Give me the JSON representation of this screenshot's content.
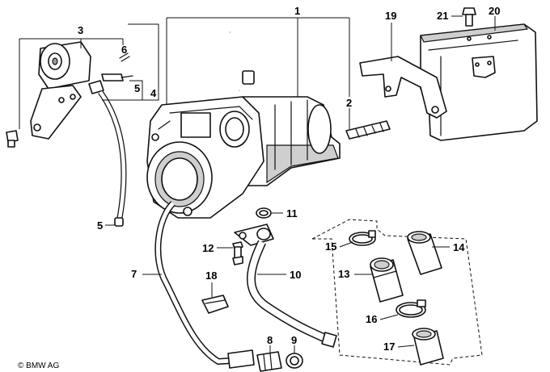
{
  "callouts": {
    "c1": "1",
    "c2": "2",
    "c3": "3",
    "c4": "4",
    "c5a": "5",
    "c5b": "5",
    "c6": "6",
    "c7": "7",
    "c8": "8",
    "c9": "9",
    "c10": "10",
    "c11": "11",
    "c12": "12",
    "c13": "13",
    "c14": "14",
    "c15": "15",
    "c16": "16",
    "c17": "17",
    "c18": "18",
    "c19": "19",
    "c20": "20",
    "c21": "21"
  },
  "copyright": "© BMW AG"
}
